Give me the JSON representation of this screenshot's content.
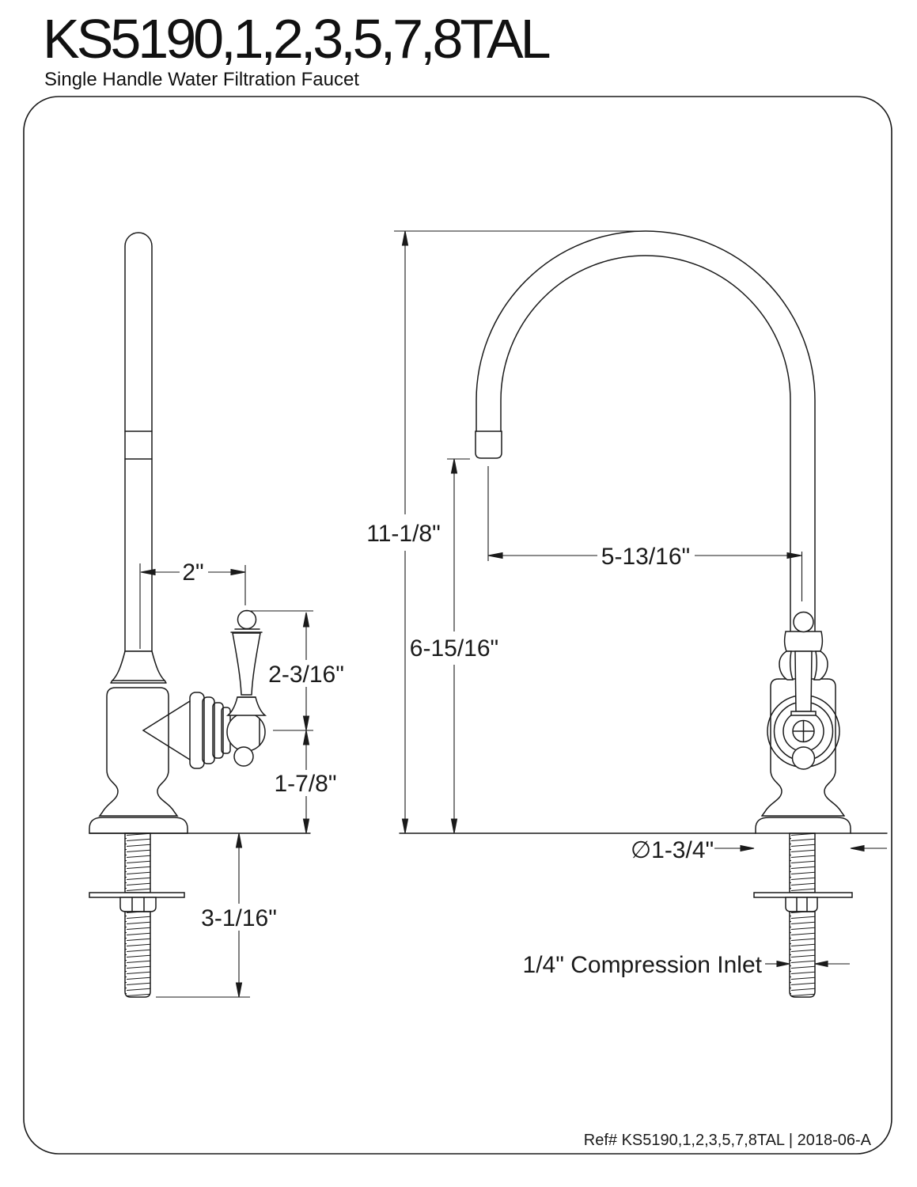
{
  "header": {
    "model_title": "KS5190,1,2,3,5,7,8TAL",
    "subtitle": "Single Handle Water Filtration Faucet"
  },
  "side_view": {
    "dim_spout_to_handle": "2\"",
    "dim_handle_height": "2-3/16\"",
    "dim_deck_to_handle_pivot": "1-7/8\"",
    "dim_below_counter": "3-1/16\""
  },
  "front_view": {
    "dim_overall_height": "11-1/8\"",
    "dim_spout_clearance": "6-15/16\"",
    "dim_spout_reach": "5-13/16\"",
    "dim_base_diameter": "∅1-3/4\"",
    "label_inlet": "1/4\" Compression Inlet"
  },
  "footer": {
    "reference": "Ref# KS5190,1,2,3,5,7,8TAL | 2018-06-A"
  },
  "colors": {
    "line": "#1a1a1a",
    "background": "#ffffff"
  }
}
